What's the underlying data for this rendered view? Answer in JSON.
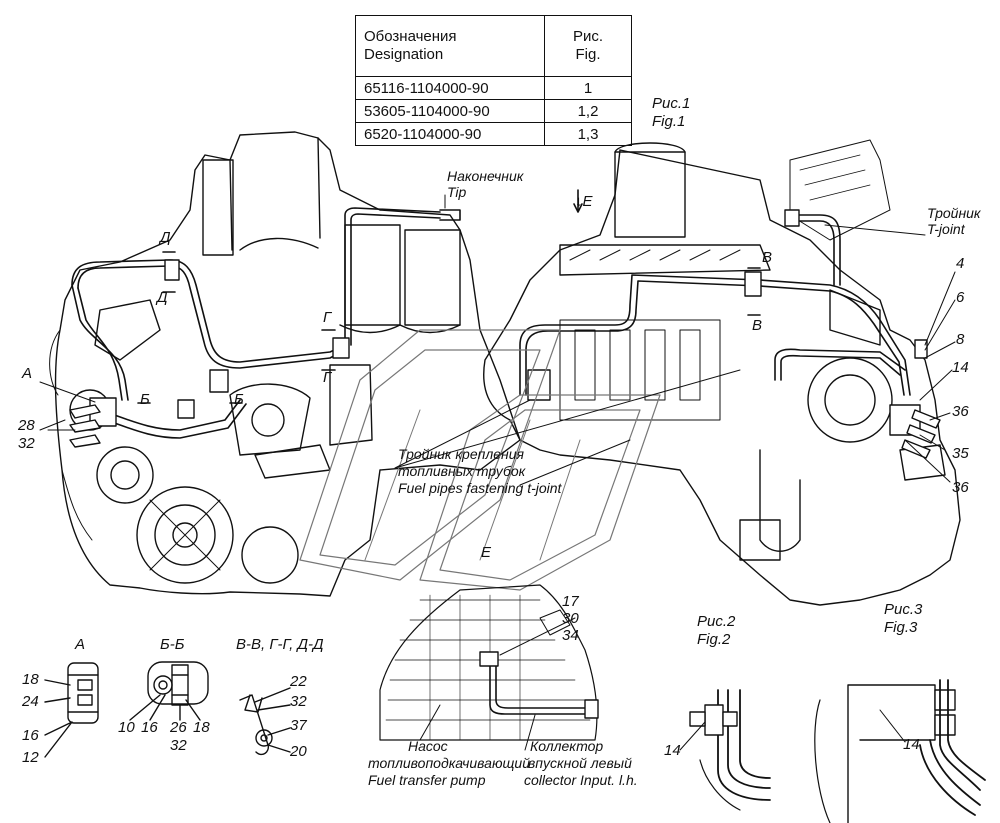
{
  "table": {
    "header_designation_ru": "Обозначения",
    "header_designation_en": "Designation",
    "header_fig_ru": "Рис.",
    "header_fig_en": "Fig.",
    "rows": [
      {
        "designation": "65116-1104000-90",
        "fig": "1"
      },
      {
        "designation": "53605-1104000-90",
        "fig": "1,2"
      },
      {
        "designation": "6520-1104000-90",
        "fig": "1,3"
      }
    ]
  },
  "labels": {
    "fig1_ru": "Рис.1",
    "fig1_en": "Fig.1",
    "tip_ru": "Наконечник",
    "tip_en": "Tip",
    "tjoint_ru": "Тройник",
    "tjoint_en": "T-joint",
    "view_e_top": "↓E",
    "fastening_ru1": "Тройник крепления",
    "fastening_ru2": "топливных трубок",
    "fastening_en": "Fuel pipes fastening t-joint",
    "view_e": "E",
    "pump_ru1": "Насос",
    "pump_ru2": "топливоподкачивающий",
    "pump_en": "Fuel transfer pump",
    "collector_ru1": "Коллектор",
    "collector_ru2": "впускной левый",
    "collector_en": "collector Input. l.h.",
    "fig2_ru": "Рис.2",
    "fig2_en": "Fig.2",
    "fig3_ru": "Рис.3",
    "fig3_en": "Fig.3",
    "section_a": "А",
    "section_bb": "Б-Б",
    "section_vv": "В-В, Г-Г, Д-Д",
    "sec_d": "Д",
    "sec_b": "Б",
    "sec_v": "В",
    "sec_g": "Г",
    "sec_a_main": "А"
  },
  "callouts": {
    "n28": "28",
    "n32": "32",
    "n4": "4",
    "n6": "6",
    "n8": "8",
    "n14": "14",
    "n36a": "36",
    "n35": "35",
    "n36b": "36",
    "n17": "17",
    "n30": "30",
    "n34": "34",
    "a18": "18",
    "a24": "24",
    "a16": "16",
    "a12": "12",
    "b10": "10",
    "b16": "16",
    "b26": "26",
    "b18": "18",
    "b32": "32",
    "v22": "22",
    "v32": "32",
    "v37": "37",
    "v20": "20",
    "f2_14": "14",
    "f3_14": "14"
  },
  "colors": {
    "ink": "#111111",
    "paper": "#ffffff",
    "shade": "#555555"
  }
}
